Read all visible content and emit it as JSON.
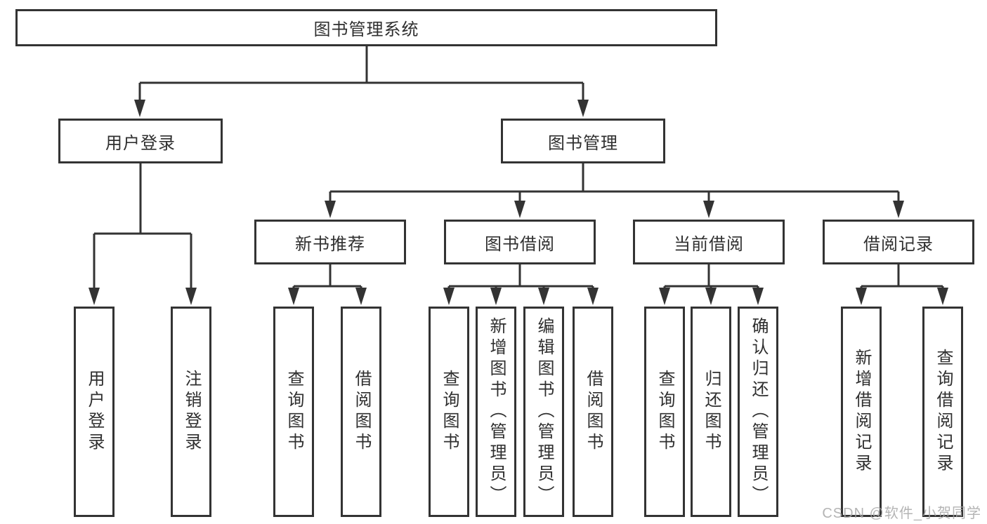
{
  "diagram": {
    "title": "图书管理系统",
    "level2": [
      {
        "label": "用户登录"
      },
      {
        "label": "图书管理"
      }
    ],
    "level3": [
      {
        "label": "新书推荐"
      },
      {
        "label": "图书借阅"
      },
      {
        "label": "当前借阅"
      },
      {
        "label": "借阅记录"
      }
    ],
    "leaves": {
      "user": [
        "用户登录",
        "注销登录"
      ],
      "recommend": [
        "查询图书",
        "借阅图书"
      ],
      "borrow": [
        "查询图书",
        "新增图书（管理员）",
        "编辑图书（管理员）",
        "借阅图书"
      ],
      "current": [
        "查询图书",
        "归还图书",
        "确认归还（管理员）"
      ],
      "records": [
        "新增借阅记录",
        "查询借阅记录"
      ]
    }
  },
  "watermark": "CSDN @软件_小贺同学",
  "colors": {
    "line": "#333333",
    "text": "#2f2f2f",
    "watermark": "#a8a8a8",
    "background": "#ffffff"
  }
}
